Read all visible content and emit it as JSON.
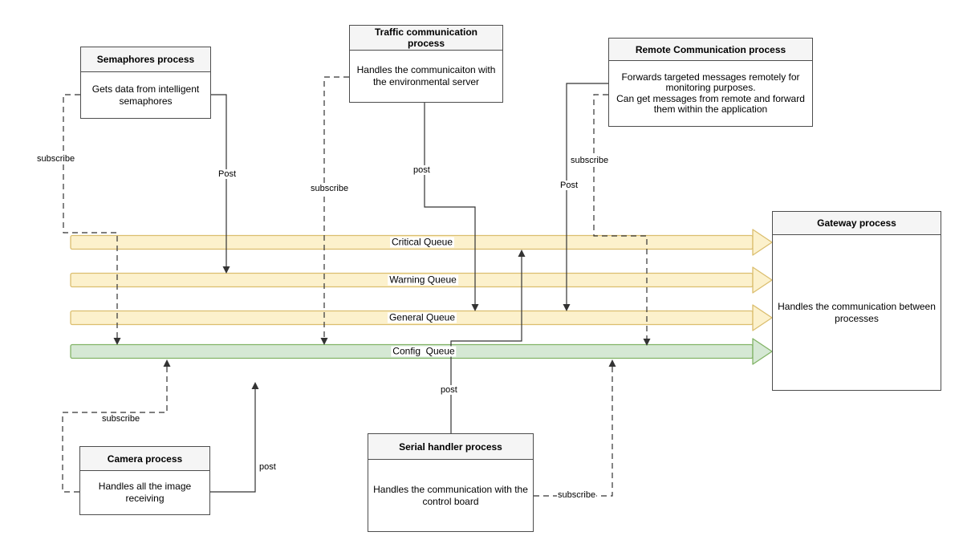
{
  "diagram": {
    "boxes": {
      "semaphores": {
        "title": "Semaphores process",
        "body": "Gets data from intelligent semaphores"
      },
      "traffic": {
        "title": "Traffic communication process",
        "body": "Handles the communicaiton with the environmental server"
      },
      "remote": {
        "title": "Remote Communication process",
        "body": "Forwards targeted messages remotely for monitoring purposes.\nCan get messages from remote and forward them within the application"
      },
      "gateway": {
        "title": "Gateway process",
        "body": "Handles the communication between processes"
      },
      "camera": {
        "title": "Camera process",
        "body": "Handles all the image receiving"
      },
      "serial": {
        "title": "Serial handler process",
        "body": "Handles the communication with the control board"
      }
    },
    "queues": [
      {
        "label": "Critical Queue",
        "fill": "#FCF1CC",
        "stroke": "#DBBE6E"
      },
      {
        "label": "Warning Queue",
        "fill": "#FCF1CC",
        "stroke": "#DBBE6E"
      },
      {
        "label": "General Queue",
        "fill": "#FCF1CC",
        "stroke": "#DBBE6E"
      },
      {
        "label": "Config  Queue",
        "fill": "#D5E8D4",
        "stroke": "#82B366"
      }
    ],
    "edge_labels": {
      "semaphores_subscribe": "subscribe",
      "semaphores_post": "Post",
      "traffic_subscribe": "subscribe",
      "traffic_post": "post",
      "remote_subscribe": "subscribe",
      "remote_post": "Post",
      "camera_subscribe": "subscribe",
      "camera_post": "post",
      "serial_post": "post",
      "serial_subscribe": "subscribe"
    },
    "colors": {
      "line": "#333333",
      "box_border": "#4d4d4d",
      "box_header_fill": "#F5F5F5",
      "queue_yellow_fill": "#FCF1CC",
      "queue_yellow_stroke": "#DBBE6E",
      "queue_green_fill": "#D5E8D4",
      "queue_green_stroke": "#82B366",
      "background": "#FFFFFF"
    }
  }
}
